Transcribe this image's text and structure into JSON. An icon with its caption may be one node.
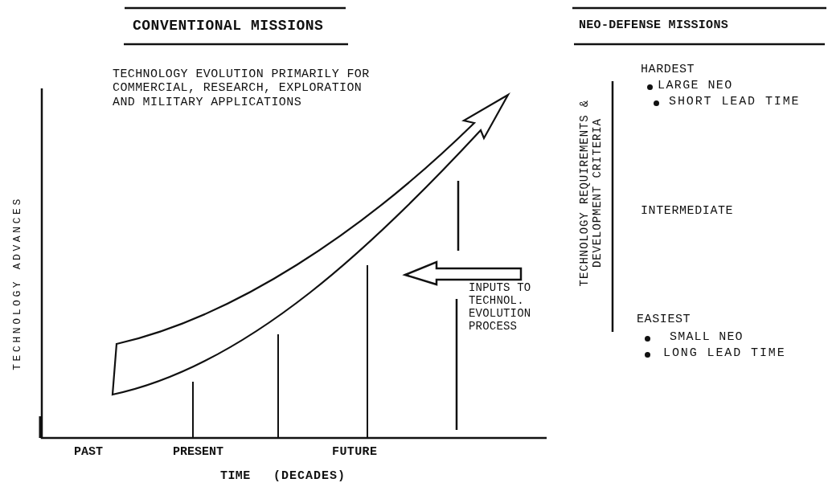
{
  "diagram": {
    "labels": [
      "CONVENTIONAL MISSIONS",
      "NEO-DEFENSE MISSIONS",
      "TECHNOLOGY EVOLUTION PRIMARILY FOR COMMERCIAL, RESEARCH, EXPLORATION AND MILITARY APPLICATIONS",
      "TECHNOLOGY REQUIREMENTS & DEVELOPMENT CRITERIA",
      "HARDEST",
      "LARGE NEO",
      "SHORT LEAD TIME",
      "TECHNOLOGY ADVANCES",
      "INTERMEDIATE",
      "INPUTS TO TECHNOL. EVOLUTION PROCESS",
      "EASIEST",
      "SMALL NEO",
      "LONG LEAD TIME",
      "PAST",
      "PRESENT",
      "FUTURE",
      "TIME",
      "(DECADES)"
    ]
  }
}
